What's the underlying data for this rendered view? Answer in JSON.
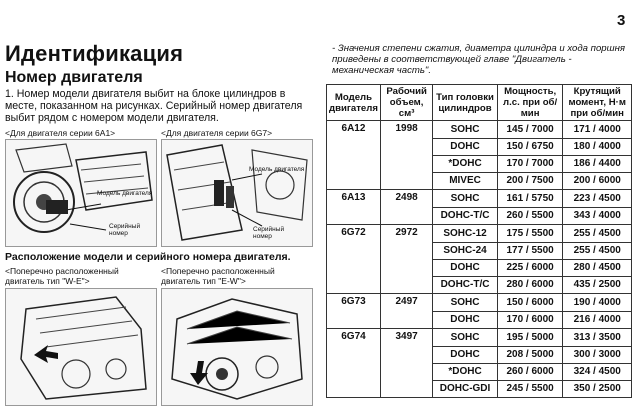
{
  "page_number": "3",
  "title": "Идентификация",
  "subtitle": "Номер двигателя",
  "paragraph": "1. Номер модели двигателя выбит на блоке цилиндров в месте, показанном на рисунках. Серийный номер двигателя выбит рядом с номером модели двигателя.",
  "figures": {
    "panel1_label": "<Для двигателя серии 6А1>",
    "panel2_label": "<Для двигателя серии 6G7>",
    "panel1_callout_model": "Модель двигателя",
    "panel1_callout_serial": "Серийный номер",
    "panel2_callout_model": "Модель двигателя",
    "panel2_callout_serial": "Серийный номер",
    "section_heading": "Расположение модели и серийного номера двигателя.",
    "panel3_label_line1": "<Поперечно расположенный",
    "panel3_label_line2": "двигатель тип \"W-E\">",
    "panel4_label_line1": "<Поперечно расположенный",
    "panel4_label_line2": "двигатель тип \"E-W\">"
  },
  "note": "- Значения степени сжатия, диаметра цилиндра и хода поршня приведены в соответствующей главе \"Двигатель - механическая часть\".",
  "table": {
    "headers": [
      "Модель двигателя",
      "Рабочий объем, см³",
      "Тип головки цилиндров",
      "Мощность, л.с. при об/мин",
      "Крутящий момент, Н·м при об/мин"
    ],
    "groups": [
      {
        "model": "6A12",
        "volume": "1998",
        "rows": [
          [
            "SOHC",
            "145 / 7000",
            "171 / 4000"
          ],
          [
            "DOHC",
            "150 / 6750",
            "180 / 4000"
          ],
          [
            "*DOHC",
            "170 / 7000",
            "186 / 4400"
          ],
          [
            "MIVEC",
            "200 / 7500",
            "200 / 6000"
          ]
        ]
      },
      {
        "model": "6A13",
        "volume": "2498",
        "rows": [
          [
            "SOHC",
            "161 / 5750",
            "223 / 4500"
          ],
          [
            "DOHC-T/C",
            "260 / 5500",
            "343 / 4000"
          ]
        ]
      },
      {
        "model": "6G72",
        "volume": "2972",
        "rows": [
          [
            "SOHC-12",
            "175 / 5500",
            "255 / 4500"
          ],
          [
            "SOHC-24",
            "177 / 5500",
            "255 / 4500"
          ],
          [
            "DOHC",
            "225 / 6000",
            "280 / 4500"
          ],
          [
            "DOHC-T/C",
            "280 / 6000",
            "435 / 2500"
          ]
        ]
      },
      {
        "model": "6G73",
        "volume": "2497",
        "rows": [
          [
            "SOHC",
            "150 / 6000",
            "190 / 4000"
          ],
          [
            "DOHC",
            "170 / 6000",
            "216 / 4000"
          ]
        ]
      },
      {
        "model": "6G74",
        "volume": "3497",
        "rows": [
          [
            "SOHC",
            "195 / 5000",
            "313 / 3500"
          ],
          [
            "DOHC",
            "208 / 5000",
            "300 / 3000"
          ],
          [
            "*DOHC",
            "260 / 6000",
            "324 / 4500"
          ],
          [
            "DOHC-GDI",
            "245 / 5500",
            "350 / 2500"
          ]
        ]
      }
    ]
  }
}
